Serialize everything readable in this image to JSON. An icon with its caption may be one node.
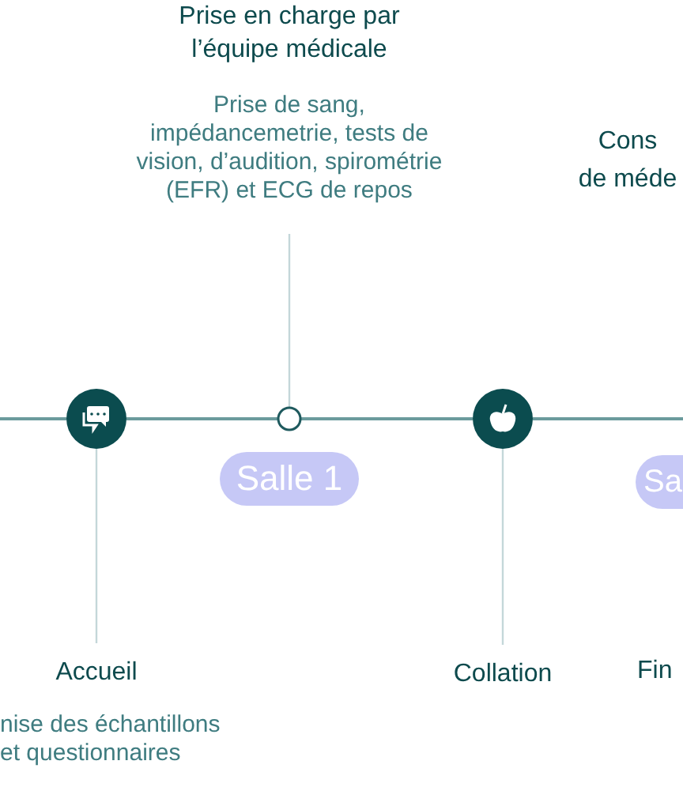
{
  "diagram": {
    "nodes": [
      {
        "text": [
          "Prise en charge par l’équipe médicale",
          "Prise de sang, impédancemetrie, tests de vision, d’audition, spirométrie (EFR) et ECG de repos"
        ]
      },
      {
        "text": [],
        "shape": "circle"
      },
      {
        "text": [],
        "shape": "circle"
      },
      {
        "text": [
          "Accueil",
          "nise des échantillons et questionnaires"
        ]
      },
      {
        "text": [],
        "shape": "circle"
      },
      {
        "text": [
          "Collation"
        ]
      },
      {
        "text": [
          "Salle 1"
        ]
      },
      {
        "text": [
          "Sa"
        ]
      },
      {
        "text": [
          "Cons de méde"
        ]
      },
      {
        "text": [
          "Fin"
        ]
      }
    ],
    "edges": [
      {
        "from": 0,
        "to": 2,
        "arrow": "none"
      },
      {
        "from": null,
        "to": 1,
        "arrow": "none"
      },
      {
        "from": 1,
        "to": 2,
        "arrow": "none"
      },
      {
        "from": 2,
        "to": 4,
        "arrow": "none"
      },
      {
        "from": 4,
        "to": null,
        "arrow": "none"
      },
      {
        "from": 1,
        "to": 3,
        "arrow": "none"
      },
      {
        "from": 4,
        "to": 5,
        "arrow": "none"
      }
    ]
  }
}
